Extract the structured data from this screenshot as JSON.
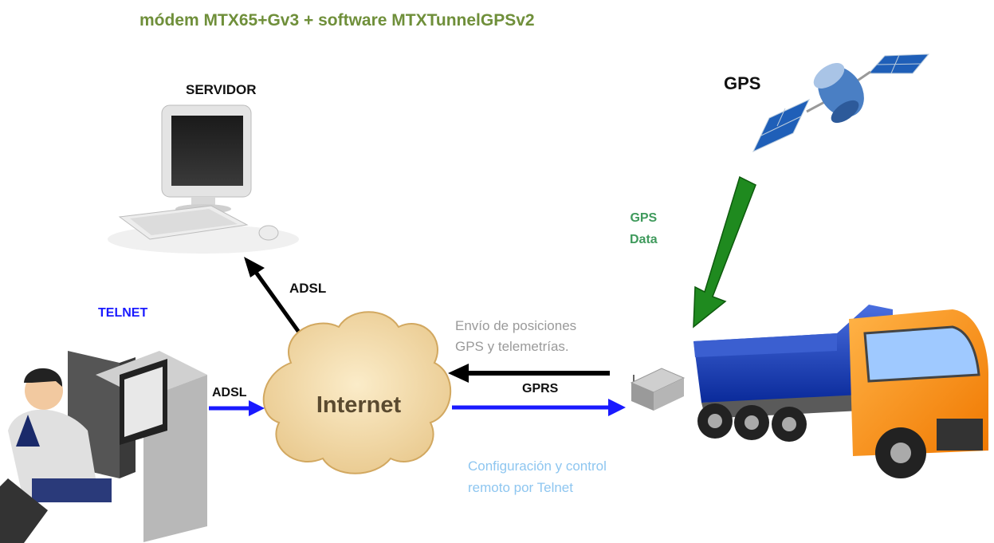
{
  "title": "módem  MTX65+Gv3 + software MTXTunnelGPSv2",
  "labels": {
    "servidor": "SERVIDOR",
    "gps": "GPS",
    "gps_data": [
      "GPS",
      "Data"
    ],
    "telnet": "TELNET",
    "adsl_top": "ADSL",
    "adsl_left": "ADSL",
    "internet": "Internet",
    "gprs": "GPRS",
    "envio": [
      "Envío de posiciones",
      "GPS y telemetrías."
    ],
    "config": [
      "Configuración y control",
      "remoto por Telnet"
    ]
  },
  "colors": {
    "title": "#6f8f3a",
    "telnet": "#1a1aff",
    "gps_data": "#3f9a5c",
    "blue_arrow": "#1a1aff",
    "green_arrow": "#1f7a1f",
    "black_arrow": "#000000",
    "cloud": "#f3d9a8"
  },
  "icons": [
    "computer-icon",
    "satellite-icon",
    "truck-icon",
    "modem-icon",
    "user-workstation-icon",
    "cloud-icon"
  ]
}
